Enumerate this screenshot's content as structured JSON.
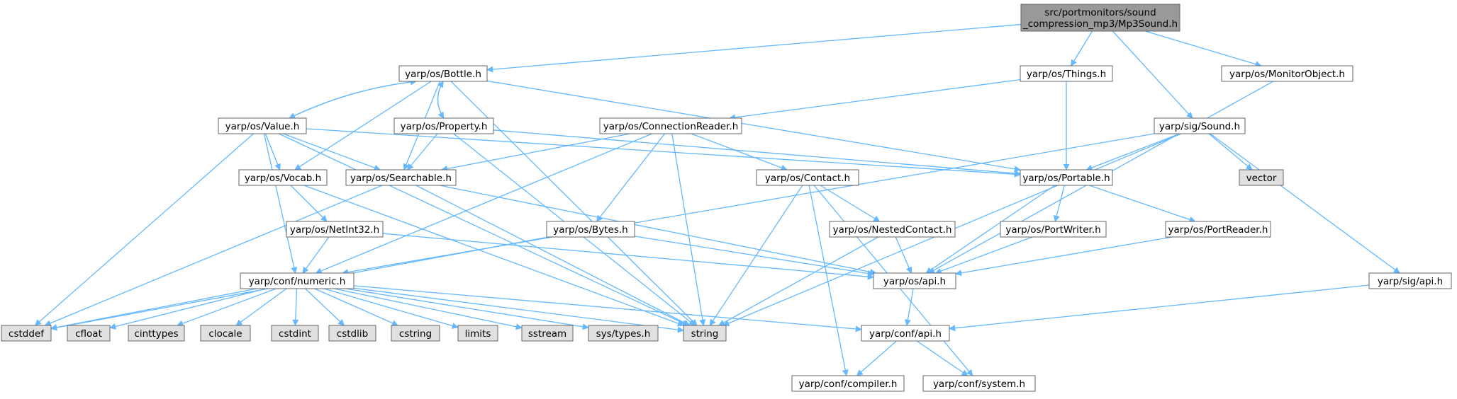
{
  "colors": {
    "root_fill": "#999999",
    "node_fill": "#ffffff",
    "external_fill": "#e0e0e0",
    "edge": "#63b8ff",
    "border": "#666666"
  },
  "nodes": {
    "mp3sound": {
      "lines": [
        "src/portmonitors/sound",
        "_compression_mp3/Mp3Sound.h"
      ],
      "kind": "root"
    },
    "bottle": {
      "lines": [
        "yarp/os/Bottle.h"
      ],
      "kind": "node"
    },
    "things": {
      "lines": [
        "yarp/os/Things.h"
      ],
      "kind": "node"
    },
    "monitorobject": {
      "lines": [
        "yarp/os/MonitorObject.h"
      ],
      "kind": "node"
    },
    "value": {
      "lines": [
        "yarp/os/Value.h"
      ],
      "kind": "node"
    },
    "property": {
      "lines": [
        "yarp/os/Property.h"
      ],
      "kind": "node"
    },
    "connectionreader": {
      "lines": [
        "yarp/os/ConnectionReader.h"
      ],
      "kind": "node"
    },
    "sound": {
      "lines": [
        "yarp/sig/Sound.h"
      ],
      "kind": "node"
    },
    "vocab": {
      "lines": [
        "yarp/os/Vocab.h"
      ],
      "kind": "node"
    },
    "searchable": {
      "lines": [
        "yarp/os/Searchable.h"
      ],
      "kind": "node"
    },
    "contact": {
      "lines": [
        "yarp/os/Contact.h"
      ],
      "kind": "node"
    },
    "portable": {
      "lines": [
        "yarp/os/Portable.h"
      ],
      "kind": "node"
    },
    "vector": {
      "lines": [
        "vector"
      ],
      "kind": "external"
    },
    "netint32": {
      "lines": [
        "yarp/os/NetInt32.h"
      ],
      "kind": "node"
    },
    "bytes": {
      "lines": [
        "yarp/os/Bytes.h"
      ],
      "kind": "node"
    },
    "nestedcontact": {
      "lines": [
        "yarp/os/NestedContact.h"
      ],
      "kind": "node"
    },
    "portwriter": {
      "lines": [
        "yarp/os/PortWriter.h"
      ],
      "kind": "node"
    },
    "portreader": {
      "lines": [
        "yarp/os/PortReader.h"
      ],
      "kind": "node"
    },
    "numeric": {
      "lines": [
        "yarp/conf/numeric.h"
      ],
      "kind": "node"
    },
    "osapi": {
      "lines": [
        "yarp/os/api.h"
      ],
      "kind": "node"
    },
    "sigapi": {
      "lines": [
        "yarp/sig/api.h"
      ],
      "kind": "node"
    },
    "cstddef": {
      "lines": [
        "cstddef"
      ],
      "kind": "external"
    },
    "cfloat": {
      "lines": [
        "cfloat"
      ],
      "kind": "external"
    },
    "cinttypes": {
      "lines": [
        "cinttypes"
      ],
      "kind": "external"
    },
    "clocale": {
      "lines": [
        "clocale"
      ],
      "kind": "external"
    },
    "cstdint": {
      "lines": [
        "cstdint"
      ],
      "kind": "external"
    },
    "cstdlib": {
      "lines": [
        "cstdlib"
      ],
      "kind": "external"
    },
    "cstring": {
      "lines": [
        "cstring"
      ],
      "kind": "external"
    },
    "limits": {
      "lines": [
        "limits"
      ],
      "kind": "external"
    },
    "sstream": {
      "lines": [
        "sstream"
      ],
      "kind": "external"
    },
    "systypes": {
      "lines": [
        "sys/types.h"
      ],
      "kind": "external"
    },
    "string": {
      "lines": [
        "string"
      ],
      "kind": "external"
    },
    "confapi": {
      "lines": [
        "yarp/conf/api.h"
      ],
      "kind": "node"
    },
    "compiler": {
      "lines": [
        "yarp/conf/compiler.h"
      ],
      "kind": "node"
    },
    "system": {
      "lines": [
        "yarp/conf/system.h"
      ],
      "kind": "node"
    }
  },
  "edges": [
    [
      "mp3sound",
      "bottle"
    ],
    [
      "mp3sound",
      "things"
    ],
    [
      "mp3sound",
      "sound"
    ],
    [
      "mp3sound",
      "monitorobject"
    ],
    [
      "bottle",
      "value"
    ],
    [
      "bottle",
      "property"
    ],
    [
      "bottle",
      "vocab"
    ],
    [
      "bottle",
      "searchable"
    ],
    [
      "bottle",
      "portable"
    ],
    [
      "bottle",
      "string"
    ],
    [
      "value",
      "bottle"
    ],
    [
      "value",
      "vocab"
    ],
    [
      "value",
      "searchable"
    ],
    [
      "value",
      "portable"
    ],
    [
      "value",
      "numeric"
    ],
    [
      "value",
      "cstddef"
    ],
    [
      "value",
      "string"
    ],
    [
      "property",
      "bottle"
    ],
    [
      "property",
      "searchable"
    ],
    [
      "property",
      "portable"
    ],
    [
      "property",
      "string"
    ],
    [
      "things",
      "connectionreader"
    ],
    [
      "things",
      "portable"
    ],
    [
      "monitorobject",
      "osapi"
    ],
    [
      "connectionreader",
      "searchable"
    ],
    [
      "connectionreader",
      "contact"
    ],
    [
      "connectionreader",
      "bytes"
    ],
    [
      "connectionreader",
      "numeric"
    ],
    [
      "connectionreader",
      "string"
    ],
    [
      "sound",
      "portable"
    ],
    [
      "sound",
      "vector"
    ],
    [
      "sound",
      "sigapi"
    ],
    [
      "sound",
      "numeric"
    ],
    [
      "sound",
      "string"
    ],
    [
      "vocab",
      "netint32"
    ],
    [
      "vocab",
      "string"
    ],
    [
      "searchable",
      "osapi"
    ],
    [
      "searchable",
      "cstddef"
    ],
    [
      "searchable",
      "string"
    ],
    [
      "contact",
      "nestedcontact"
    ],
    [
      "contact",
      "compiler"
    ],
    [
      "contact",
      "system"
    ],
    [
      "contact",
      "string"
    ],
    [
      "portable",
      "portwriter"
    ],
    [
      "portable",
      "portreader"
    ],
    [
      "portable",
      "osapi"
    ],
    [
      "netint32",
      "numeric"
    ],
    [
      "netint32",
      "osapi"
    ],
    [
      "bytes",
      "osapi"
    ],
    [
      "bytes",
      "cstddef"
    ],
    [
      "nestedcontact",
      "osapi"
    ],
    [
      "nestedcontact",
      "string"
    ],
    [
      "portwriter",
      "osapi"
    ],
    [
      "portreader",
      "osapi"
    ],
    [
      "numeric",
      "cstddef"
    ],
    [
      "numeric",
      "cfloat"
    ],
    [
      "numeric",
      "cinttypes"
    ],
    [
      "numeric",
      "clocale"
    ],
    [
      "numeric",
      "cstdint"
    ],
    [
      "numeric",
      "cstdlib"
    ],
    [
      "numeric",
      "cstring"
    ],
    [
      "numeric",
      "limits"
    ],
    [
      "numeric",
      "sstream"
    ],
    [
      "numeric",
      "systypes"
    ],
    [
      "numeric",
      "string"
    ],
    [
      "numeric",
      "confapi"
    ],
    [
      "osapi",
      "confapi"
    ],
    [
      "sigapi",
      "confapi"
    ],
    [
      "confapi",
      "compiler"
    ],
    [
      "confapi",
      "system"
    ]
  ]
}
